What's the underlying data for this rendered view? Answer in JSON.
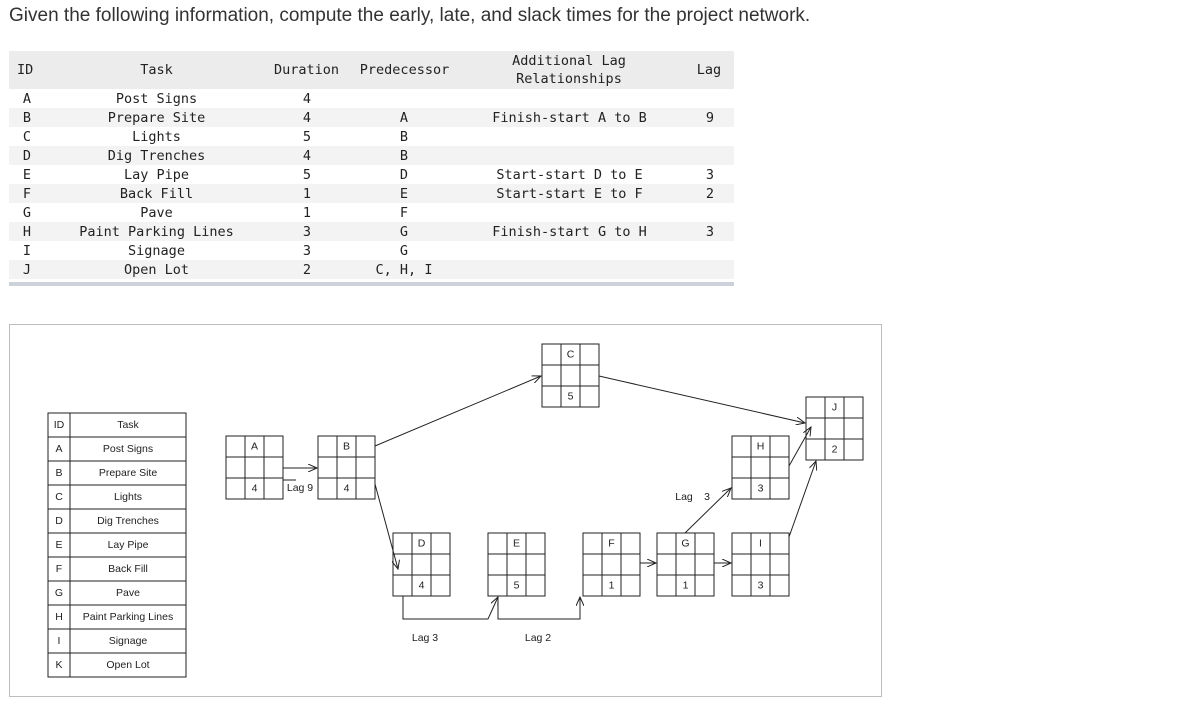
{
  "question": "Given the following information, compute the early, late, and slack times for the project network.",
  "table": {
    "headers": {
      "id": "ID",
      "task": "Task",
      "duration": "Duration",
      "predecessor": "Predecessor",
      "additional_line1": "Additional Lag",
      "additional_line2": "Relationships",
      "lag": "Lag"
    },
    "rows": [
      {
        "id": "A",
        "task": "Post Signs",
        "duration": "4",
        "pred": "",
        "add": "",
        "lag": ""
      },
      {
        "id": "B",
        "task": "Prepare Site",
        "duration": "4",
        "pred": "A",
        "add": "Finish-start A to B",
        "lag": "9"
      },
      {
        "id": "C",
        "task": "Lights",
        "duration": "5",
        "pred": "B",
        "add": "",
        "lag": ""
      },
      {
        "id": "D",
        "task": "Dig Trenches",
        "duration": "4",
        "pred": "B",
        "add": "",
        "lag": ""
      },
      {
        "id": "E",
        "task": "Lay Pipe",
        "duration": "5",
        "pred": "D",
        "add": "Start-start D to E",
        "lag": "3"
      },
      {
        "id": "F",
        "task": "Back Fill",
        "duration": "1",
        "pred": "E",
        "add": "Start-start E to F",
        "lag": "2"
      },
      {
        "id": "G",
        "task": "Pave",
        "duration": "1",
        "pred": "F",
        "add": "",
        "lag": ""
      },
      {
        "id": "H",
        "task": "Paint Parking Lines",
        "duration": "3",
        "pred": "G",
        "add": "Finish-start G to H",
        "lag": "3"
      },
      {
        "id": "I",
        "task": "Signage",
        "duration": "3",
        "pred": "G",
        "add": "",
        "lag": ""
      },
      {
        "id": "J",
        "task": "Open Lot",
        "duration": "2",
        "pred": "C, H, I",
        "add": "",
        "lag": ""
      }
    ]
  },
  "network": {
    "legend": {
      "id_header": "ID",
      "task_header": "Task",
      "rows": [
        {
          "id": "A",
          "task": "Post Signs"
        },
        {
          "id": "B",
          "task": "Prepare Site"
        },
        {
          "id": "C",
          "task": "Lights"
        },
        {
          "id": "D",
          "task": "Dig Trenches"
        },
        {
          "id": "E",
          "task": "Lay Pipe"
        },
        {
          "id": "F",
          "task": "Back Fill"
        },
        {
          "id": "G",
          "task": "Pave"
        },
        {
          "id": "H",
          "task": "Paint Parking Lines"
        },
        {
          "id": "I",
          "task": "Signage"
        },
        {
          "id": "K",
          "task": "Open Lot"
        }
      ]
    },
    "nodes": [
      {
        "id": "A",
        "duration": "4"
      },
      {
        "id": "B",
        "duration": "4"
      },
      {
        "id": "C",
        "duration": "5"
      },
      {
        "id": "D",
        "duration": "4"
      },
      {
        "id": "E",
        "duration": "5"
      },
      {
        "id": "F",
        "duration": "1"
      },
      {
        "id": "G",
        "duration": "1"
      },
      {
        "id": "H",
        "duration": "3"
      },
      {
        "id": "I",
        "duration": "3"
      },
      {
        "id": "J",
        "duration": "2"
      }
    ],
    "lag_labels": {
      "ab": "Lag 9",
      "de": "Lag 3",
      "ef": "Lag 2",
      "gh_word": "Lag",
      "gh_value": "3"
    }
  }
}
